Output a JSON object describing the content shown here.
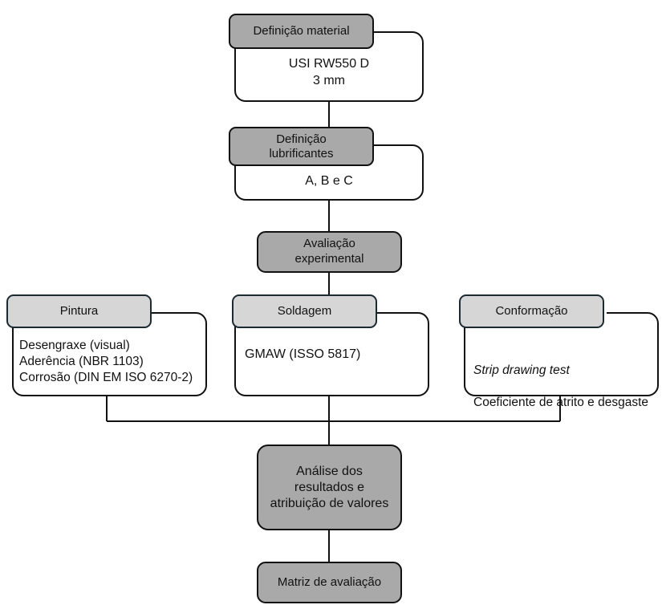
{
  "diagram": {
    "title": "Fluxograma da avaliacao experimental",
    "language": "pt-BR",
    "colors": {
      "header_dark": "#a9a9a9",
      "header_light": "#d6d6d6",
      "panel_fill": "#ffffff",
      "stroke": "#111111",
      "stroke_light_chip": "#1b2a33",
      "background": "#ffffff",
      "text": "#111111"
    },
    "nodes": {
      "material": {
        "header": "Definição material",
        "body": "USI RW550 D\n3 mm"
      },
      "lubrificantes": {
        "header": "Definição\nlubrificantes",
        "body": "A, B e C"
      },
      "avaliacao": {
        "label": "Avaliação\nexperimental"
      },
      "pintura": {
        "header": "Pintura",
        "body": "Desengraxe (visual)\nAderência (NBR 1103)\nCorrosão (DIN EM ISO 6270-2)"
      },
      "soldagem": {
        "header": "Soldagem",
        "body": "GMAW (ISSO 5817)"
      },
      "conformacao": {
        "header": "Conformação",
        "body_italic": "Strip drawing test",
        "body_plain": "Coeficiente de atrito e desgaste"
      },
      "analise": {
        "label": "Análise dos\nresultados e\natribuição de valores"
      },
      "matriz": {
        "label": "Matriz de avaliação"
      }
    }
  }
}
